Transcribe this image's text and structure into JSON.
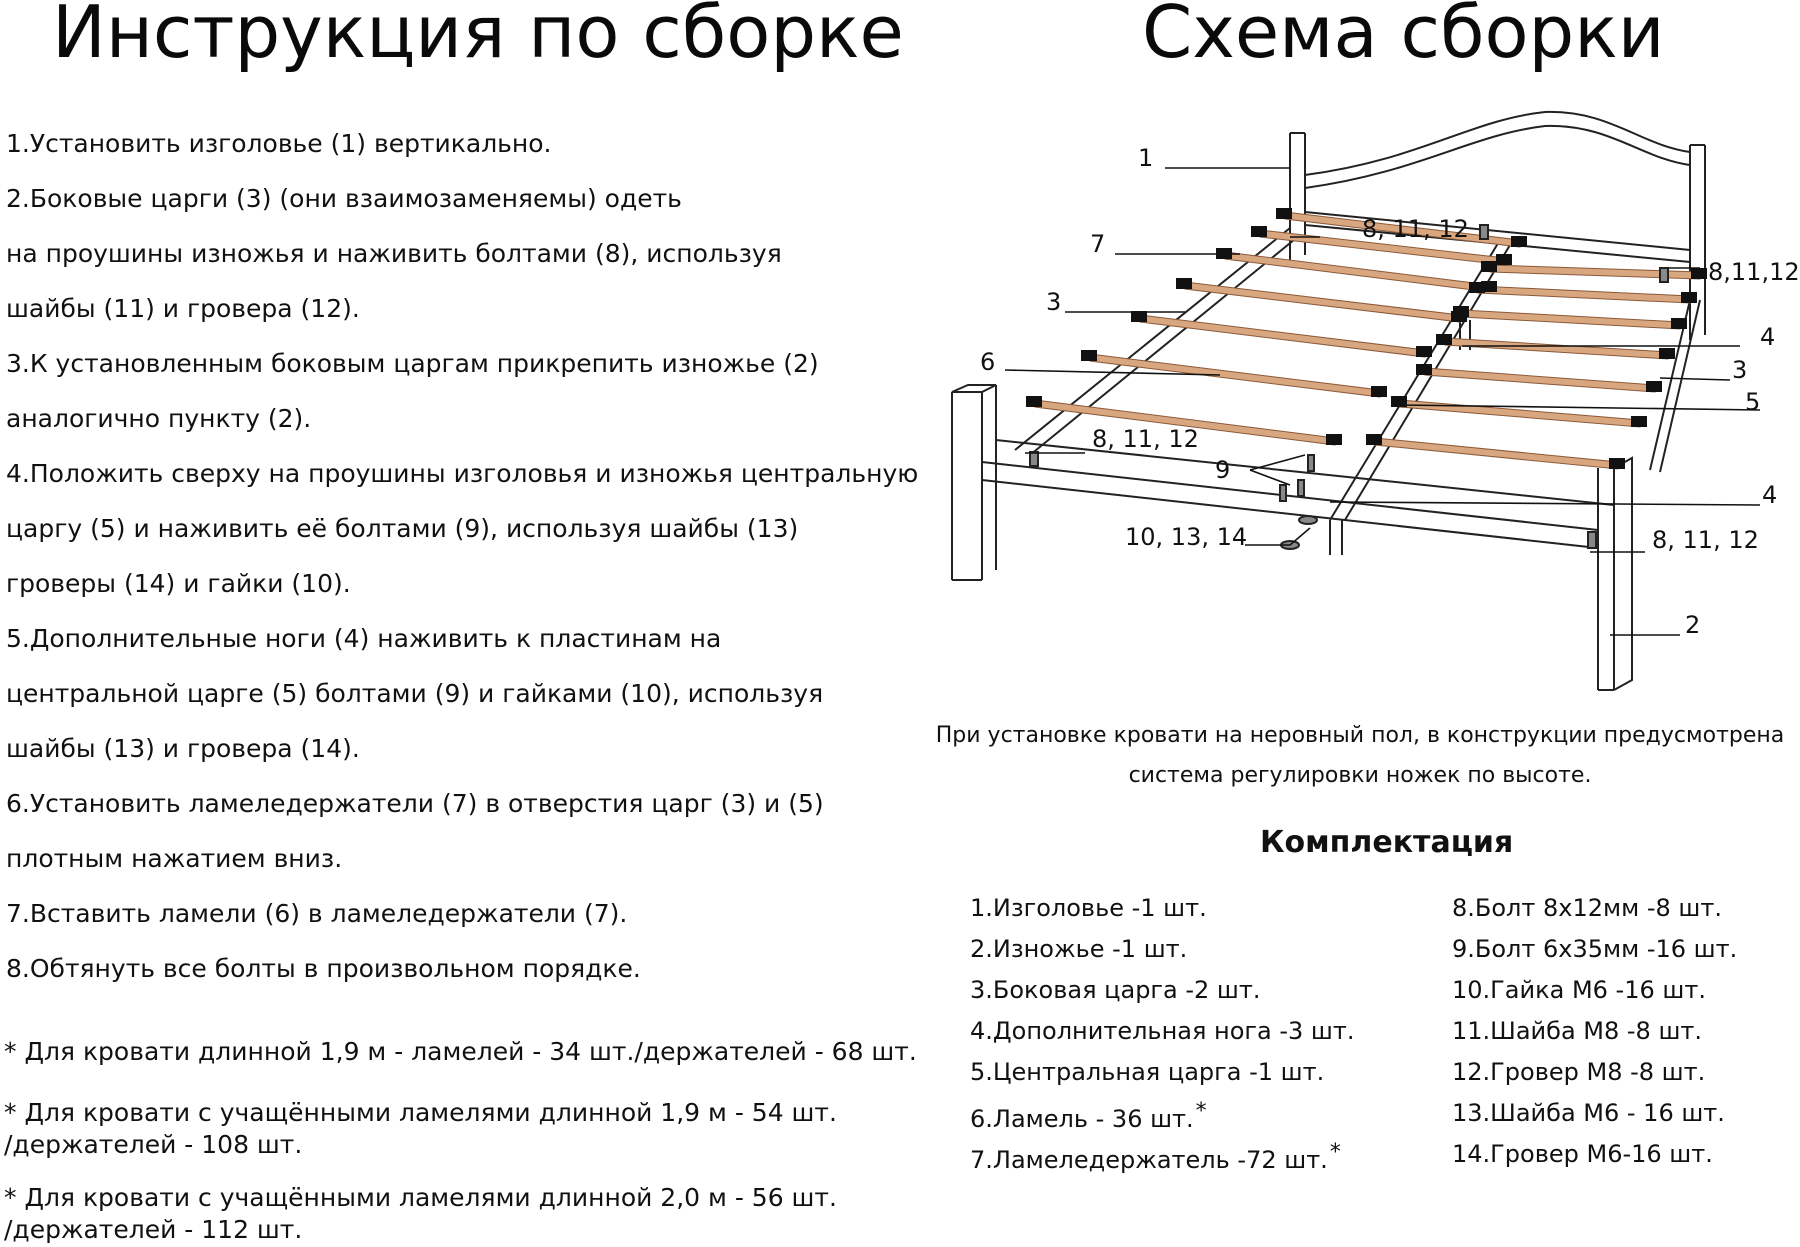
{
  "left_title": "Инструкция по сборке",
  "right_title": "Схема сборки",
  "steps": [
    "1.Установить изголовье (1) вертикально.",
    "2.Боковые царги (3) (они взаимозаменяемы) одеть",
    "на проушины изножья и наживить болтами (8), используя",
    "шайбы (11) и гровера (12).",
    "3.К установленным боковым царгам прикрепить изножье (2)",
    "аналогично пункту (2).",
    "4.Положить сверху на проушины изголовья и изножья центральную",
    "царгу (5) и наживить её болтами (9), используя шайбы (13)",
    "гроверы (14) и гайки (10).",
    "5.Дополнительные ноги (4) наживить к пластинам на",
    "центральной царге (5) болтами (9) и гайками (10), используя",
    "шайбы (13) и гровера (14).",
    "6.Установить ламеледержатели (7) в отверстия царг (3) и (5)",
    "плотным нажатием вниз.",
    "7.Вставить ламели (6) в ламеледержатели (7).",
    "8.Обтянуть все болты в произвольном порядке."
  ],
  "notes": [
    "* Для кровати длинной 1,9 м - ламелей - 34 шт./держателей - 68 шт.",
    "* Для кровати с учащёнными ламелями длинной 1,9 м - 54 шт.",
    "/держателей - 108 шт.",
    "* Для кровати с учащёнными ламелями длинной 2,0 м - 56 шт.",
    "/держателей - 112 шт."
  ],
  "diagram_labels": {
    "l1": "1",
    "l7": "7",
    "l3": "3",
    "l6": "6",
    "l81112_top": "8, 11, 12",
    "l81112_right": "8,11,12",
    "l4_top": "4",
    "l3_right": "3",
    "l5": "5",
    "l81112_left": "8, 11, 12",
    "l9": "9",
    "l4_bottom": "4",
    "l101314": "10, 13, 14",
    "l81112_bottom": "8, 11, 12",
    "l2": "2"
  },
  "caption": {
    "line1": "При установке кровати на неровный пол, в конструкции предусмотрена",
    "line2": "система регулировки ножек по высоте."
  },
  "kit": {
    "title": "Комплектация",
    "left": [
      "1.Изголовье -1 шт.",
      "2.Изножье -1 шт.",
      "3.Боковая царга -2 шт.",
      "4.Дополнительная нога -3 шт.",
      "5.Центральная царга -1 шт.",
      "6.Ламель - 36 шт.",
      "7.Ламеледержатель -72 шт."
    ],
    "star": "*",
    "right": [
      "8.Болт 8х12мм -8 шт.",
      "9.Болт 6х35мм -16 шт.",
      "10.Гайка М6 -16 шт.",
      "11.Шайба М8 -8 шт.",
      "12.Гровер М8 -8 шт.",
      "13.Шайба М6 - 16 шт.",
      "14.Гровер М6-16 шт."
    ]
  },
  "colors": {
    "slat": "#d9a77f",
    "slat_stroke": "#8a5a3a",
    "frame": "#222222",
    "holder": "#111111"
  }
}
